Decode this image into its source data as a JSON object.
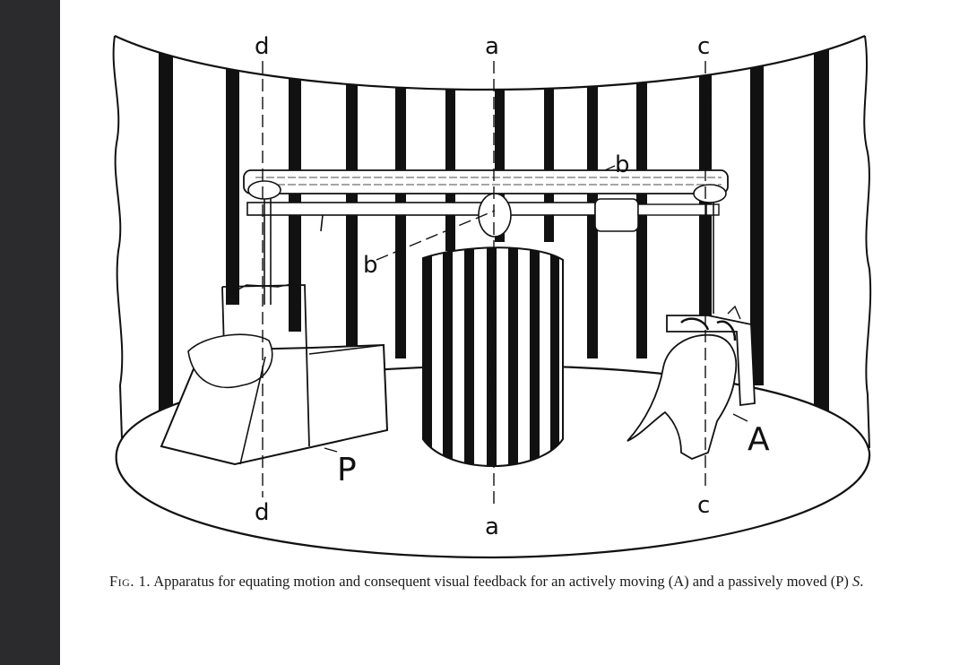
{
  "figure": {
    "labels": {
      "d_top": "d",
      "a_top": "a",
      "c_top": "c",
      "d_bottom": "d",
      "a_bottom": "a",
      "c_bottom": "c",
      "b_upper": "b",
      "b_lower": "b",
      "passive": "P",
      "active": "A"
    }
  },
  "caption": {
    "fig_label": "Fig. 1.",
    "text": "Apparatus for equating motion and consequent visual feedback for an actively moving (A) and a passively moved (P) ",
    "subject": "S",
    "end": "."
  }
}
